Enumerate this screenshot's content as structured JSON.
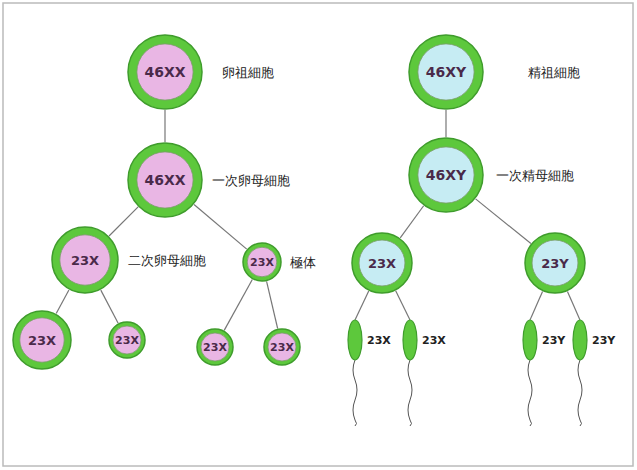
{
  "diagram": {
    "nodes": [
      {
        "text": [
          "46XX"
        ]
      },
      {
        "text": [
          "46XX"
        ]
      },
      {
        "text": [
          "23X"
        ]
      },
      {
        "text": [
          "23X"
        ]
      },
      {
        "text": [
          "23X"
        ]
      },
      {
        "text": [
          "23X"
        ]
      },
      {
        "text": [
          "23X"
        ]
      },
      {
        "text": [
          "23X"
        ]
      },
      {
        "text": [
          "46XY"
        ]
      },
      {
        "text": [
          "46XY"
        ]
      },
      {
        "text": [
          "23X"
        ]
      },
      {
        "text": [
          "23Y"
        ]
      },
      {
        "text": [
          "23X"
        ]
      },
      {
        "text": [
          "23X"
        ]
      },
      {
        "text": [
          "23Y"
        ]
      },
      {
        "text": [
          "23Y"
        ]
      }
    ],
    "edges": [
      {
        "from": 0,
        "to": 1,
        "arrow": "none"
      },
      {
        "from": 1,
        "to": 2,
        "arrow": "none"
      },
      {
        "from": 1,
        "to": 3,
        "arrow": "none"
      },
      {
        "from": 2,
        "to": 4,
        "arrow": "none"
      },
      {
        "from": 2,
        "to": 5,
        "arrow": "none"
      },
      {
        "from": 3,
        "to": 6,
        "arrow": "none"
      },
      {
        "from": 3,
        "to": 7,
        "arrow": "none"
      },
      {
        "from": 8,
        "to": 9,
        "arrow": "none"
      },
      {
        "from": 9,
        "to": 10,
        "arrow": "none"
      },
      {
        "from": 9,
        "to": 11,
        "arrow": "none"
      },
      {
        "from": 10,
        "to": 12,
        "arrow": "none"
      },
      {
        "from": 10,
        "to": 13,
        "arrow": "none"
      },
      {
        "from": 11,
        "to": 14,
        "arrow": "none"
      },
      {
        "from": 11,
        "to": 15,
        "arrow": "none"
      }
    ],
    "labels": [
      "卵祖細胞",
      "一次卵母細胞",
      "二次卵母細胞",
      "極体",
      "精祖細胞",
      "一次精母細胞"
    ]
  }
}
